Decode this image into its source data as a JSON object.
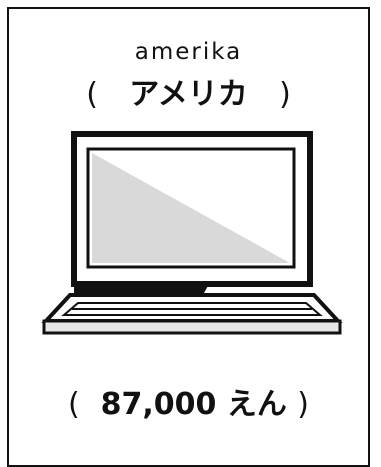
{
  "item": {
    "romaji": "amerika",
    "katakana": "アメリカ",
    "icon": "laptop-icon"
  },
  "price": {
    "amount": "87,000",
    "unit": "えん"
  },
  "punctuation": {
    "open_paren": "(",
    "close_paren": ")"
  }
}
